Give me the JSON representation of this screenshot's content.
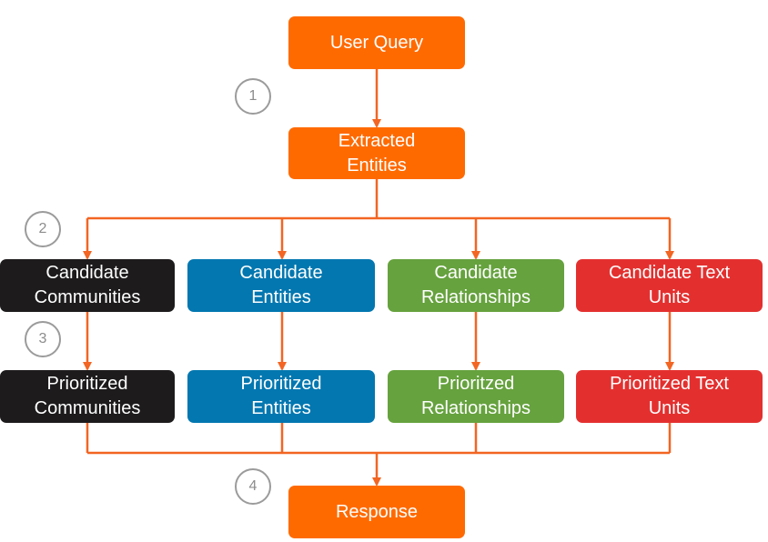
{
  "colors": {
    "connector": "#f26522",
    "orange": "#ff6a00",
    "black": "#1d1b1c",
    "blue": "#0277b0",
    "green": "#66a23e",
    "red": "#e3302f",
    "step_border": "#9b9b9b"
  },
  "nodes": {
    "user_query": "User Query",
    "extracted_entities": "Extracted\nEntities",
    "candidate_communities": "Candidate\nCommunities",
    "candidate_entities": "Candidate\nEntities",
    "candidate_relationships": "Candidate\nRelationships",
    "candidate_text_units": "Candidate Text\nUnits",
    "prioritized_communities": "Prioritized\nCommunities",
    "prioritized_entities": "Prioritized\nEntities",
    "prioritized_relationships": "Prioritzed\nRelationships",
    "prioritized_text_units": "Prioritized Text\nUnits",
    "response": "Response"
  },
  "steps": [
    "1",
    "2",
    "3",
    "4"
  ]
}
